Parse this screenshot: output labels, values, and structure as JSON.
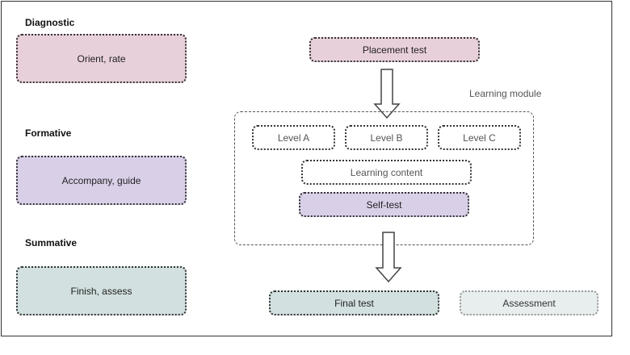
{
  "sections": {
    "diagnostic": {
      "title": "Diagnostic",
      "box": "Orient, rate"
    },
    "formative": {
      "title": "Formative",
      "box": "Accompany, guide"
    },
    "summative": {
      "title": "Summative",
      "box": "Finish, assess"
    }
  },
  "flow": {
    "placement_test": "Placement test",
    "module_label": "Learning module",
    "levels": [
      "Level A",
      "Level B",
      "Level C"
    ],
    "learning_content": "Learning content",
    "self_test": "Self-test",
    "final_test": "Final test",
    "assessment": "Assessment"
  },
  "colors": {
    "diagnostic": "#e8d0da",
    "formative": "#d9d0e8",
    "summative": "#d3e0e0",
    "assessment": "#e8eeee",
    "border": "#333333"
  }
}
